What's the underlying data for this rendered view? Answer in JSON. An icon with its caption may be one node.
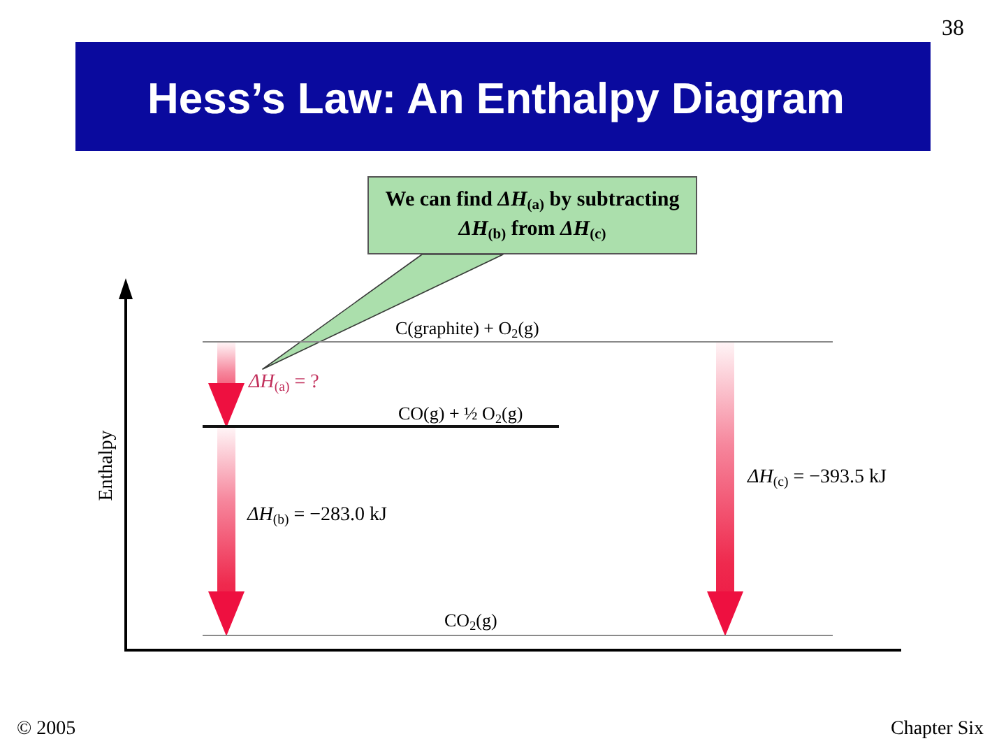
{
  "diagram": {
    "title": "Hess’s Law: An Enthalpy Diagram",
    "nodes": [
      {
        "text": [
          "We can find *ΔH*$_{(a)}$ by subtracting *ΔH*$_{(b)}$ from *ΔH*$_{(c)}$"
        ]
      },
      {
        "text": [
          "C(graphite) + O$_{2}$(g)"
        ]
      },
      {
        "text": [
          "CO(g) + ½ O$_{2}$(g)"
        ]
      },
      {
        "text": [
          "CO$_{2}$(g)"
        ]
      }
    ],
    "edges": [
      {
        "from": 0,
        "to": null,
        "arrow": "none",
        "color": "#abdfac"
      },
      {
        "from": 1,
        "to": 2,
        "arrow": "to",
        "label": "*ΔH*$_{(a)}$ = ?"
      },
      {
        "from": 2,
        "to": 3,
        "arrow": "to",
        "label": "*ΔH*$_{(b)}$ = −283.0 kJ"
      },
      {
        "from": 1,
        "to": 3,
        "arrow": "to",
        "label": "*ΔH*$_{(c)}$ = −393.5 kJ"
      }
    ],
    "labels": [
      "38",
      "Enthalpy",
      "© 2005",
      "Chapter Six"
    ]
  }
}
